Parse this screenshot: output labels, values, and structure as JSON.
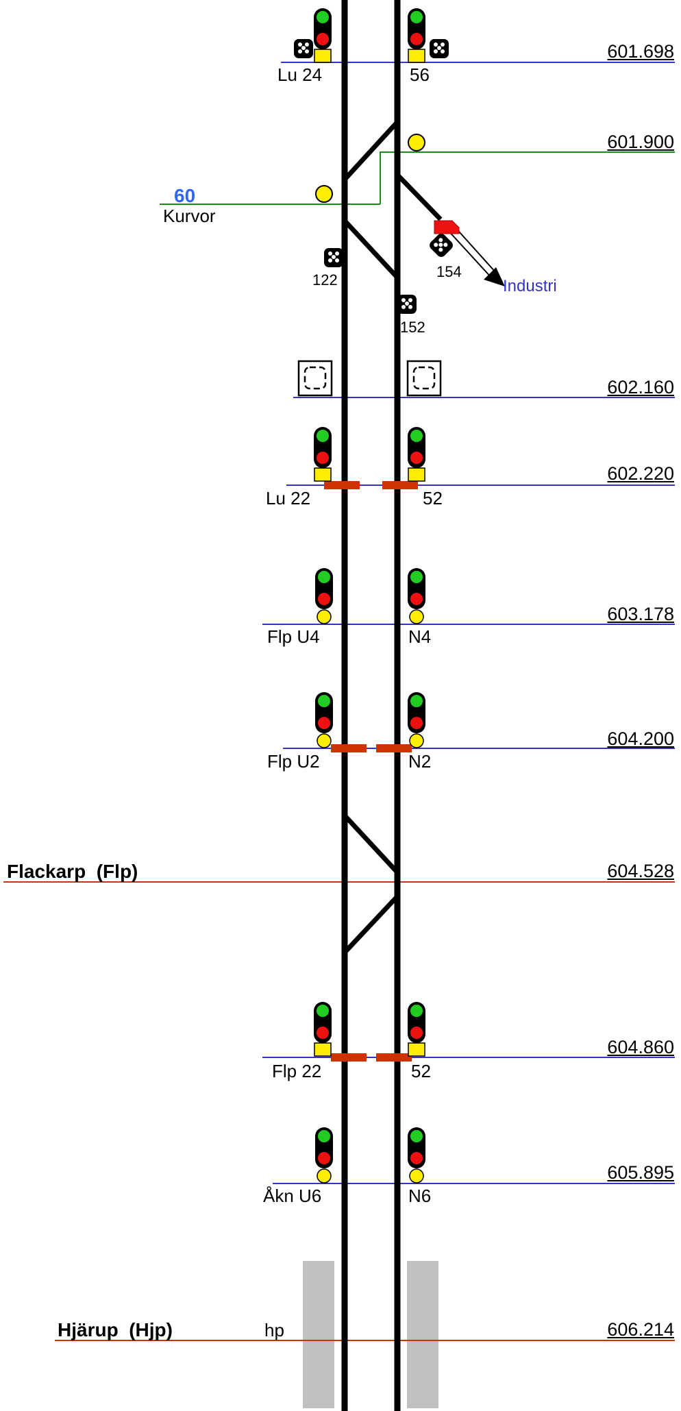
{
  "km": {
    "k1": "601.698",
    "k2": "601.900",
    "k3": "602.160",
    "k4": "602.220",
    "k5": "603.178",
    "k6": "604.200",
    "k7": "604.528",
    "k8": "604.860",
    "k9": "605.895",
    "k10": "606.214"
  },
  "signals": {
    "lu24": "Lu 24",
    "s56": "56",
    "lu22": "Lu 22",
    "s52a": "52",
    "flpu4": "Flp U4",
    "n4": "N4",
    "flpu2": "Flp U2",
    "n2": "N2",
    "flp22": "Flp 22",
    "s52b": "52",
    "aknu6": "Åkn U6",
    "n6": "N6"
  },
  "boards": {
    "b122": "122",
    "b152": "152",
    "b154": "154"
  },
  "speed": {
    "value": "60",
    "label": "Kurvor"
  },
  "branch": {
    "label": "Industri"
  },
  "stations": {
    "flackarp": "Flackarp  (Flp)",
    "hjarup": "Hjärup  (Hjp)",
    "hp": "hp"
  },
  "colors": {
    "track": "#000000",
    "km_line": "#3333cc",
    "station_line": "#cc3300",
    "speed_line": "#1a8a1a",
    "speed_value": "#3366ee",
    "branch_text": "#3333cc",
    "signal_green": "#22cc22",
    "signal_red": "#ee1111",
    "signal_yellow": "#ffee00",
    "platform": "#c0c0c0",
    "balise": "#cc3300"
  }
}
